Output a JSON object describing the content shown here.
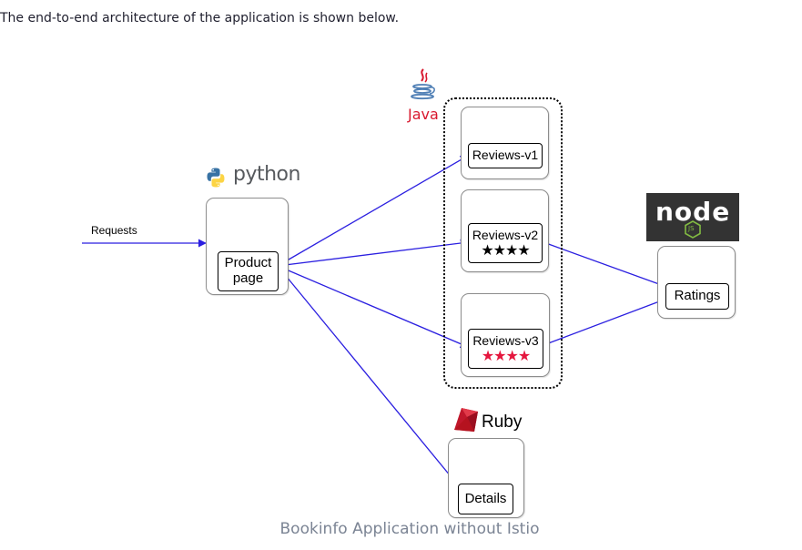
{
  "intro_text": "The end-to-end architecture of the application is shown below.",
  "caption": "Bookinfo Application without Istio",
  "requests_label": "Requests",
  "logos": {
    "python": "python",
    "java": "Java",
    "ruby": "Ruby",
    "node": "node",
    "node_badge": "JS"
  },
  "services": {
    "productpage": {
      "line1": "Product",
      "line2": "page"
    },
    "reviews_v1": {
      "label": "Reviews-v1"
    },
    "reviews_v2": {
      "label": "Reviews-v2",
      "stars": "★★★★",
      "star_color": "#000000"
    },
    "reviews_v3": {
      "label": "Reviews-v3",
      "stars": "★★★★",
      "star_color": "#e5163e"
    },
    "ratings": {
      "label": "Ratings"
    },
    "details": {
      "label": "Details"
    }
  },
  "colors": {
    "arrow": "#2b1fe0",
    "java_red": "#d8182e",
    "java_blue": "#4f7fb5",
    "python_blue": "#3872a4",
    "python_yellow": "#fcd444",
    "ruby_red": "#c0172b",
    "node_bg": "#333333",
    "node_green": "#82bb42"
  }
}
